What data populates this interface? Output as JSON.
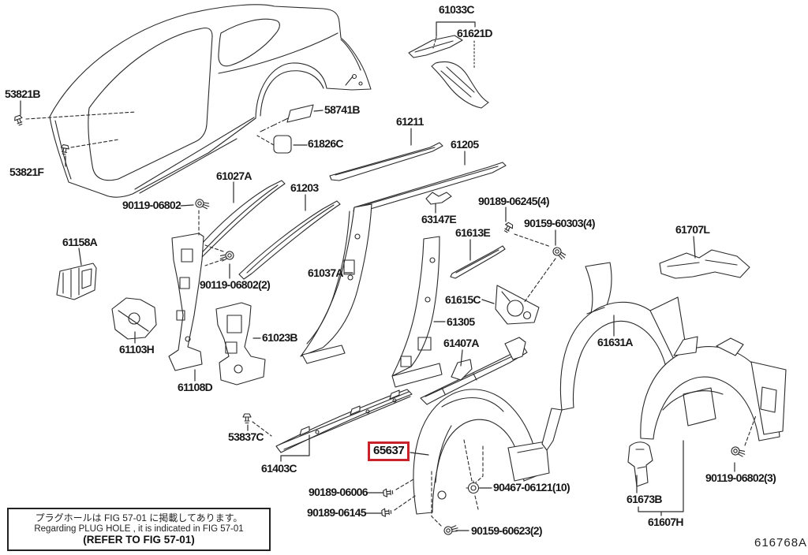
{
  "figure": {
    "code": "616768A"
  },
  "colors": {
    "highlight_red": "#c9222a",
    "line": "#2a2a2a",
    "background": "#ffffff"
  },
  "highlighted_part": {
    "number": "65637"
  },
  "note_box": {
    "line_ja": "プラグホールは FIG 57-01 に掲載してあります。",
    "line_en": "Regarding PLUG HOLE , it is indicated in FIG 57-01",
    "line_ref": "(REFER TO FIG 57-01)"
  },
  "parts": [
    {
      "number": "53821B"
    },
    {
      "number": "53821F"
    },
    {
      "number": "58741B"
    },
    {
      "number": "61826C"
    },
    {
      "number": "61033C"
    },
    {
      "number": "61621D"
    },
    {
      "number": "61211"
    },
    {
      "number": "61205"
    },
    {
      "number": "61027A"
    },
    {
      "number": "90119-06802"
    },
    {
      "number": "61203"
    },
    {
      "number": "61158A"
    },
    {
      "number": "90189-06245(4)"
    },
    {
      "number": "90159-60303(4)"
    },
    {
      "number": "63147E"
    },
    {
      "number": "61613E"
    },
    {
      "number": "61707L"
    },
    {
      "number": "61037A"
    },
    {
      "number": "90119-06802(2)"
    },
    {
      "number": "61103H"
    },
    {
      "number": "61023B"
    },
    {
      "number": "61615C"
    },
    {
      "number": "61305"
    },
    {
      "number": "61108D"
    },
    {
      "number": "61407A"
    },
    {
      "number": "61631A"
    },
    {
      "number": "53837C"
    },
    {
      "number": "61403C"
    },
    {
      "number": "90467-06121(10)"
    },
    {
      "number": "90189-06006"
    },
    {
      "number": "90189-06145"
    },
    {
      "number": "90159-60623(2)"
    },
    {
      "number": "61673B"
    },
    {
      "number": "61607H"
    },
    {
      "number": "90119-06802(3)"
    }
  ]
}
